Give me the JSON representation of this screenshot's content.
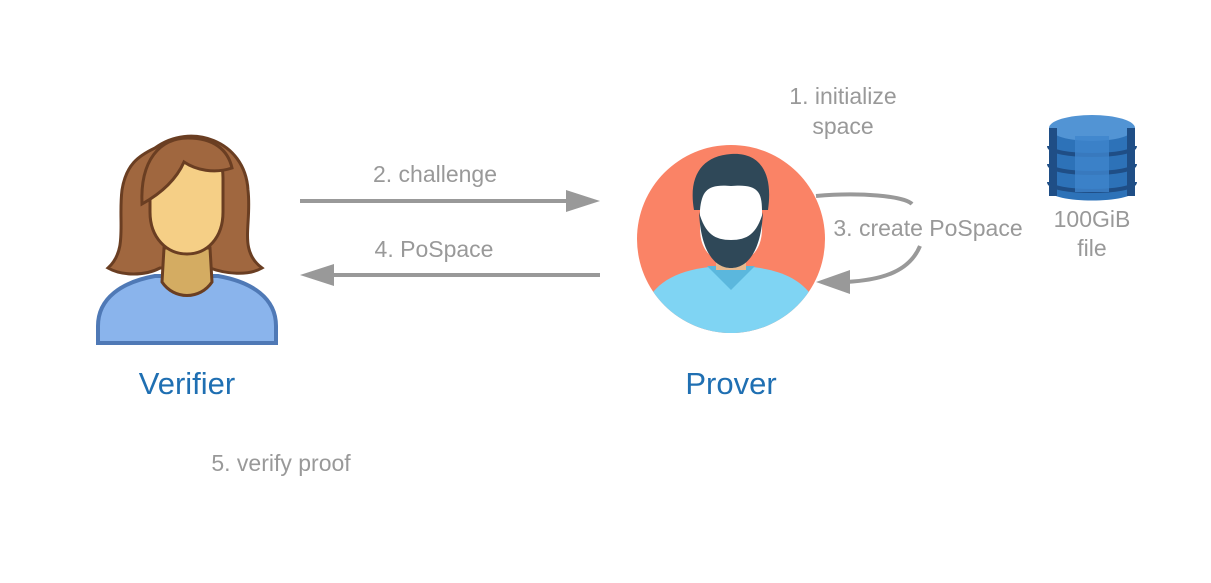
{
  "actors": {
    "verifier": "Verifier",
    "prover": "Prover"
  },
  "steps": {
    "initialize_line1": "1. initialize",
    "initialize_line2": "space",
    "challenge": "2. challenge",
    "create": "3. create PoSpace",
    "pospace": "4. PoSpace",
    "verify": "5. verify proof"
  },
  "storage": {
    "line1": "100GiB",
    "line2": "file",
    "icon": "database-icon"
  },
  "colors": {
    "actor_label": "#1f6fb2",
    "step_label": "#999999",
    "arrow": "#999999",
    "prover_background": "#fa8366",
    "verifier_shirt": "#8ab4ec",
    "database": "#2d72b8"
  }
}
